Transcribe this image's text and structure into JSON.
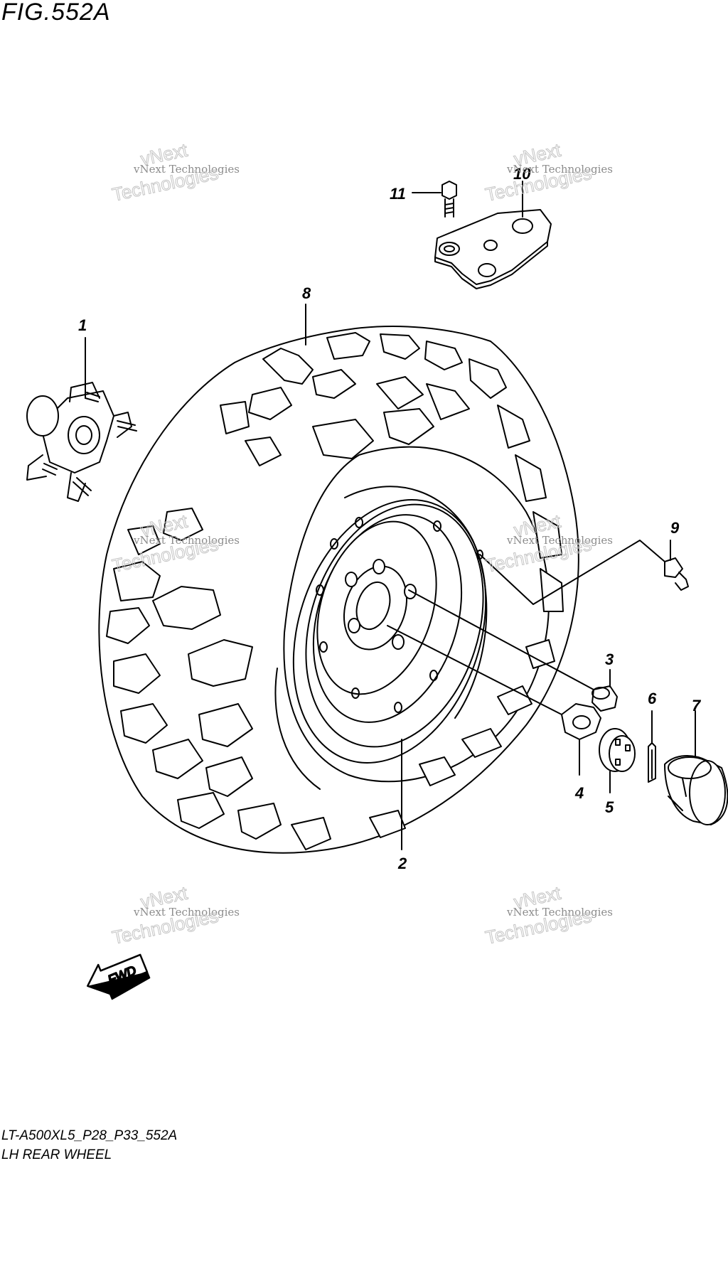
{
  "figure": {
    "title": "FIG.552A",
    "code": "LT-A500XL5_P28_P33_552A",
    "name": "LH REAR WHEEL"
  },
  "watermark": {
    "line_small": "vNext Technologies",
    "line_big_1": "vNext",
    "line_big_2": "Technologies"
  },
  "fwd_label": "FWD",
  "callouts": [
    "1",
    "2",
    "3",
    "4",
    "5",
    "6",
    "7",
    "8",
    "9",
    "10",
    "11"
  ],
  "colors": {
    "line": "#000000",
    "watermark": "#9a9a9a"
  }
}
